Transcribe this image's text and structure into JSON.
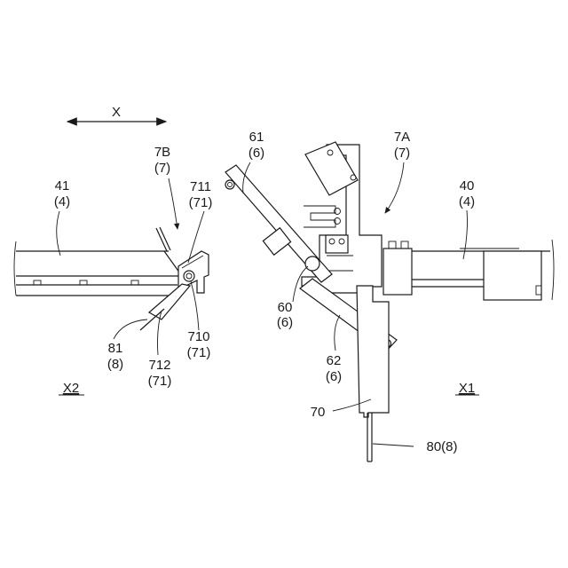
{
  "labels": {
    "direction_x": "X",
    "l_7b": "7B",
    "l_7b_sub": "(7)",
    "l_41": "41",
    "l_41_sub": "(4)",
    "l_711": "711",
    "l_711_sub": "(71)",
    "l_61": "61",
    "l_61_sub": "(6)",
    "l_7a": "7A",
    "l_7a_sub": "(7)",
    "l_40": "40",
    "l_40_sub": "(4)",
    "l_60": "60",
    "l_60_sub": "(6)",
    "l_81": "81",
    "l_81_sub": "(8)",
    "l_710": "710",
    "l_710_sub": "(71)",
    "l_712": "712",
    "l_712_sub": "(71)",
    "l_62": "62",
    "l_62_sub": "(6)",
    "l_70": "70",
    "l_80": "80(8)",
    "side_x2": "X2",
    "side_x1": "X1"
  }
}
